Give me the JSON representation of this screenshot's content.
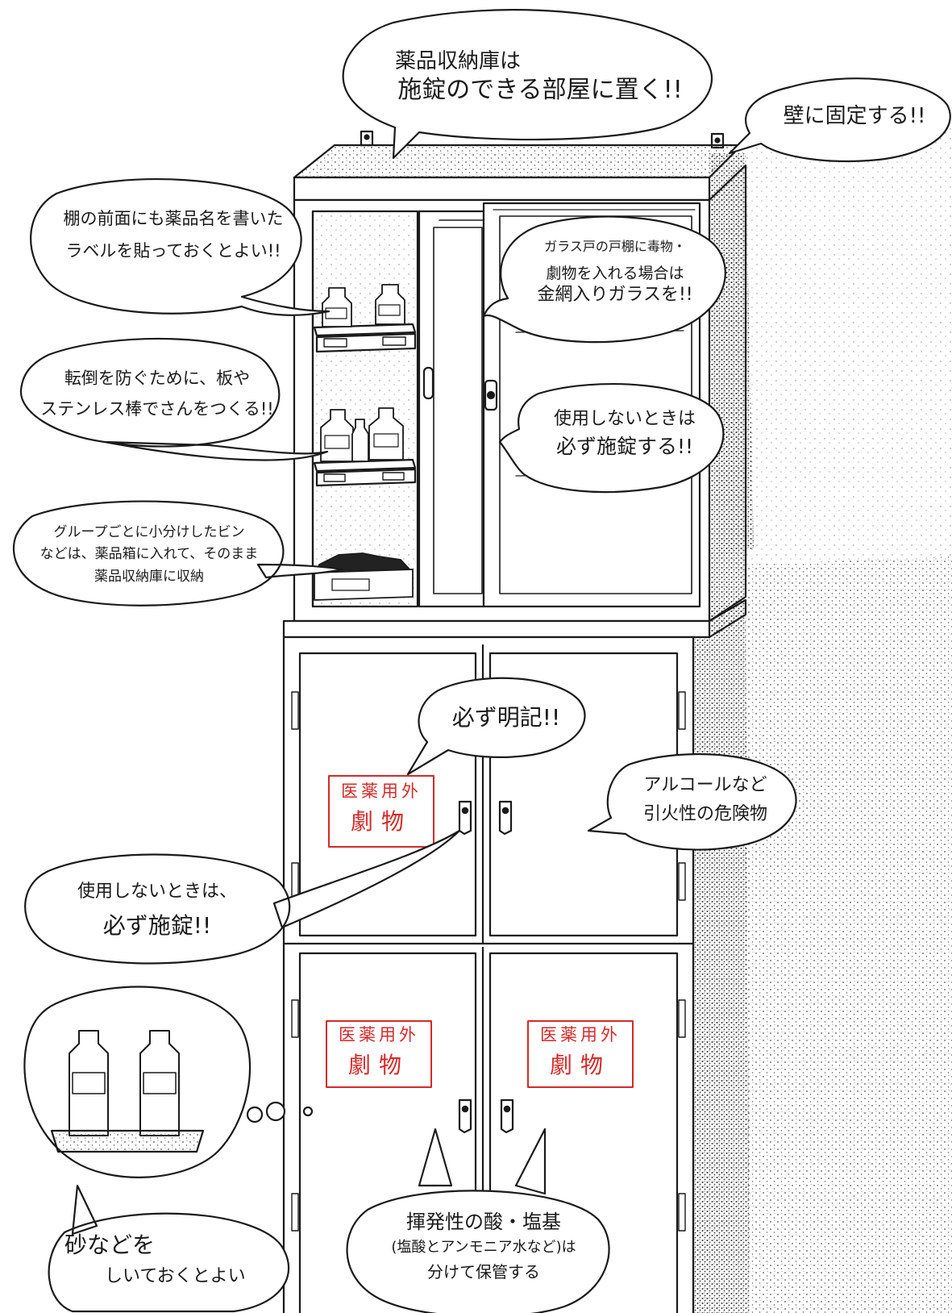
{
  "callouts": {
    "storage_room": {
      "line1": "薬品収納庫は",
      "line2": "施錠のできる部屋に置く!!"
    },
    "wall_fix": "壁に固定する!!",
    "shelf_label": {
      "line1": "棚の前面にも薬品名を書いた",
      "line2": "ラベルを貼っておくとよい!!"
    },
    "glass_door": {
      "line1": "ガラス戸の戸棚に毒物・",
      "line2": "劇物を入れる場合は",
      "line3": "金網入りガラスを!!"
    },
    "anti_tip": {
      "line1": "転倒を防ぐために、板や",
      "line2": "ステンレス棒でさんをつくる!!"
    },
    "lock_upper": {
      "line1": "使用しないときは",
      "line2": "必ず施錠する!!"
    },
    "group_box": {
      "line1": "グループごとに小分けしたビン",
      "line2": "などは、薬品箱に入れて、そのまま",
      "line3": "薬品収納庫に収納"
    },
    "must_label": "必ず明記!!",
    "flammable": {
      "line1": "アルコールなど",
      "line2": "引火性の危険物"
    },
    "lock_lower": {
      "line1": "使用しないときは、",
      "line2": "必ず施錠!!"
    },
    "sand": {
      "line1": "砂などを",
      "line2": "しいておくとよい"
    },
    "volatile": {
      "line1": "揮発性の酸・塩基",
      "line2": "(塩酸とアンモニア水など)は",
      "line3": "分けて保管する"
    }
  },
  "door_labels": {
    "middle": {
      "line1": "医薬用外",
      "line2": "劇物"
    },
    "bottom_left": {
      "line1": "医薬用外",
      "line2": "劇物"
    },
    "bottom_right": {
      "line1": "医薬用外",
      "line2": "劇物"
    }
  },
  "colors": {
    "ink": "#1a1a1a",
    "label_red": "#d42a2a",
    "stipple": "#555555"
  }
}
